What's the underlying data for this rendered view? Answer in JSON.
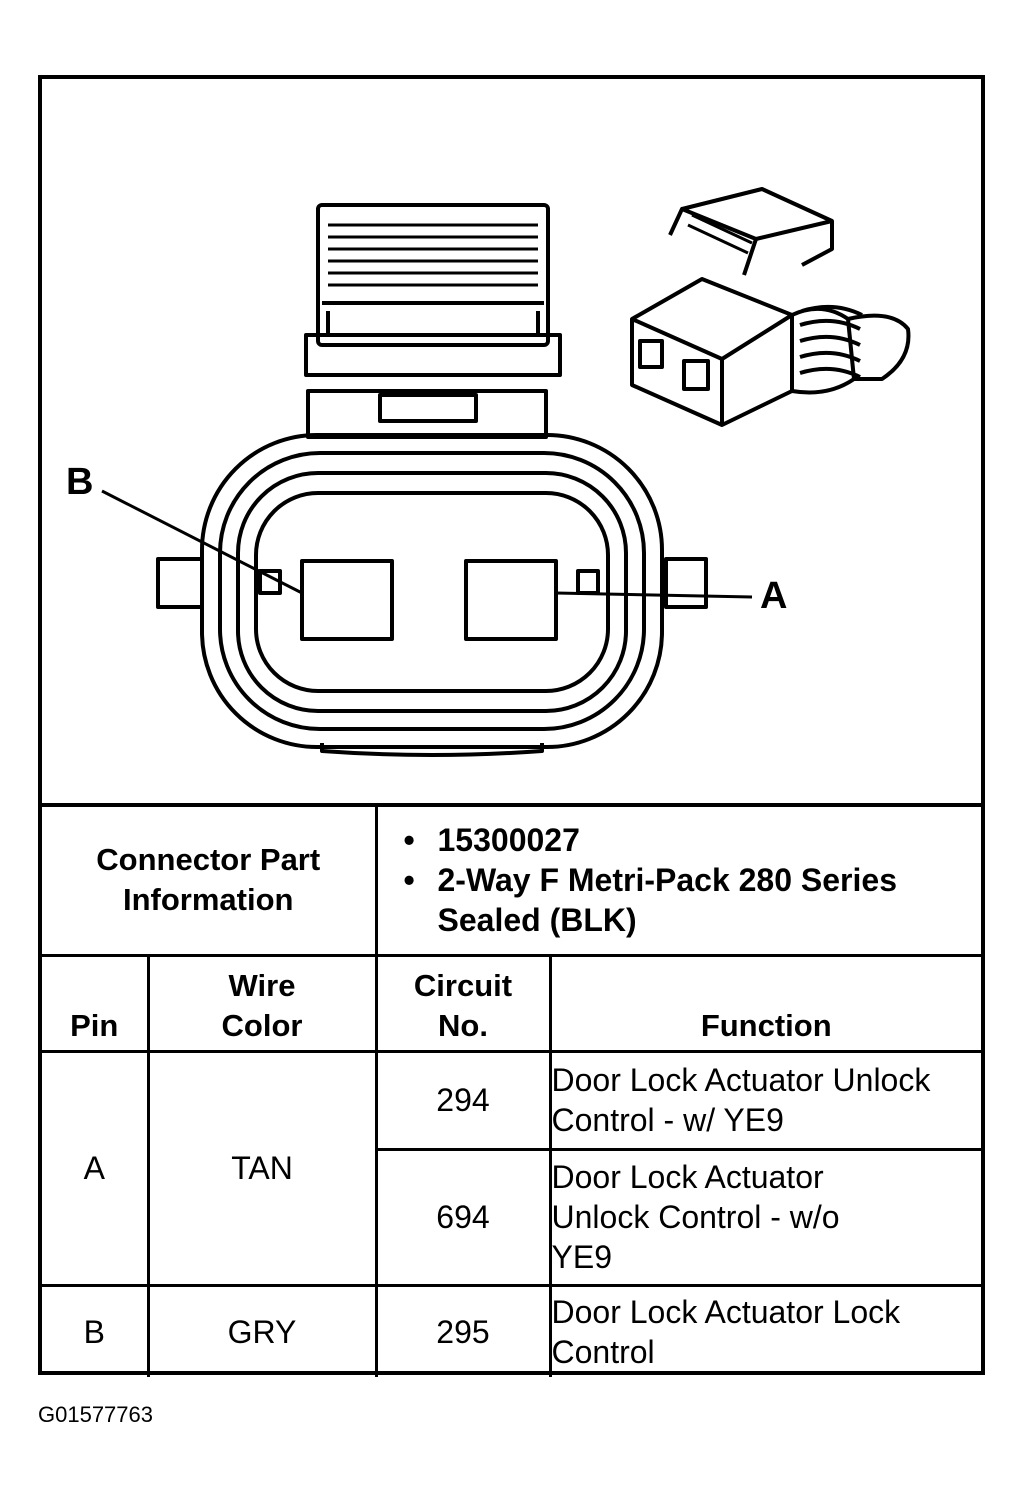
{
  "diagram": {
    "pin_labels": [
      "A",
      "B"
    ]
  },
  "connector_info": {
    "label": "Connector Part Information",
    "items": [
      "15300027",
      "2-Way F Metri-Pack 280 Series Sealed (BLK)"
    ]
  },
  "table": {
    "headers": {
      "pin": "Pin",
      "wire_color": "Wire Color",
      "circuit": "Circuit No.",
      "function": "Function"
    },
    "rows": [
      {
        "pin": "A",
        "wire_color": "TAN",
        "circuits": [
          {
            "circuit": "294",
            "function": "Door Lock Actuator Unlock Control - w/ YE9"
          },
          {
            "circuit": "694",
            "function": "Door Lock Actuator Unlock Control - w/o YE9"
          }
        ]
      },
      {
        "pin": "B",
        "wire_color": "GRY",
        "circuits": [
          {
            "circuit": "295",
            "function": "Door Lock Actuator Lock Control"
          }
        ]
      }
    ]
  },
  "figure_id": "G01577763"
}
